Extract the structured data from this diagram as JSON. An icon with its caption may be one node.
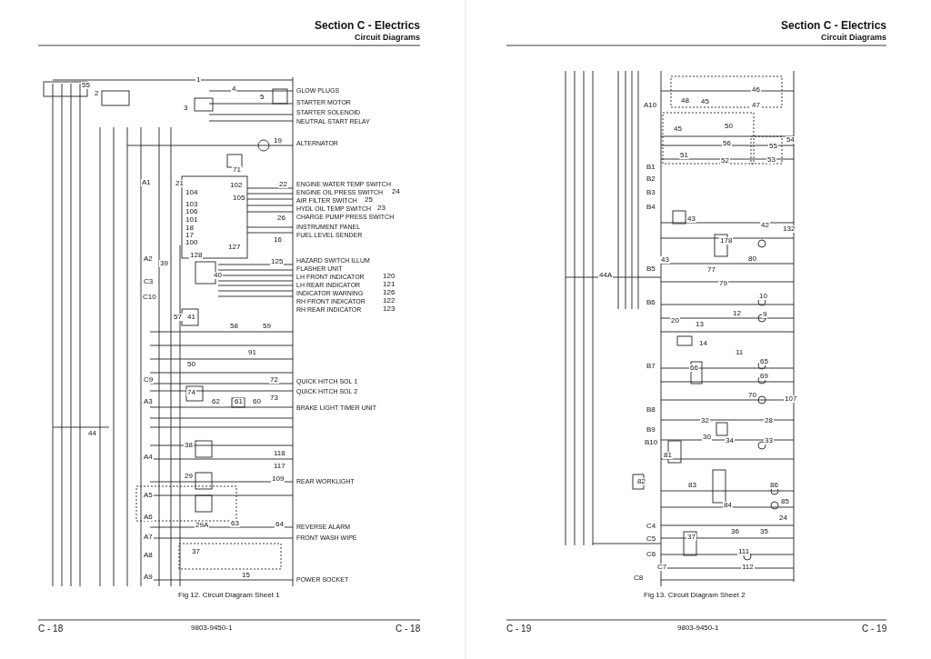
{
  "diagram": {
    "labels": [
      "Section C - Electrics",
      "Circuit Diagrams",
      "55",
      "2",
      "1",
      "4",
      "5",
      "3",
      "19",
      "71",
      "A1",
      "21",
      "102",
      "104",
      "105",
      "103",
      "106",
      "101",
      "18",
      "17",
      "100",
      "127",
      "128",
      "22",
      "26",
      "16",
      "A2",
      "39",
      "40",
      "125",
      "C3",
      "C10",
      "57",
      "41",
      "58",
      "59",
      "91",
      "50",
      "C9",
      "74",
      "72",
      "73",
      "A3",
      "62",
      "61",
      "60",
      "44",
      "38",
      "118",
      "117",
      "A4",
      "29",
      "109",
      "A5",
      "A6",
      "29A",
      "63",
      "64",
      "A7",
      "37",
      "A8",
      "A9",
      "15",
      "GLOW PLUGS",
      "STARTER MOTOR",
      "STARTER SOLENOID",
      "NEUTRAL START RELAY",
      "ALTERNATOR",
      "ENGINE WATER TEMP SWITCH",
      "ENGINE OIL PRESS SWITCH",
      "24",
      "AIR FILTER SWITCH",
      "25",
      "HYDL OIL TEMP SWITCH",
      "23",
      "CHARGE PUMP PRESS SWITCH",
      "INSTRUMENT PANEL",
      "FUEL LEVEL SENDER",
      "HAZARD SWITCH ILLUM",
      "FLASHER UNIT",
      "LH FRONT INDICATOR",
      "120",
      "LH REAR INDICATOR",
      "121",
      "INDICATOR WARNING",
      "126",
      "RH FRONT INDICATOR",
      "122",
      "RH REAR INDICATOR",
      "123",
      "QUICK HITCH SOL 1",
      "QUICK HITCH SOL 2",
      "BRAKE LIGHT TIMER UNIT",
      "REAR WORKLIGHT",
      "REVERSE ALARM",
      "FRONT WASH WIPE",
      "POWER SOCKET",
      "Fig 12. Circuit Diagram Sheet 1",
      "C - 18",
      "9803-9450-1",
      "C - 18",
      "Section C - Electrics",
      "Circuit Diagrams",
      "A10",
      "48",
      "46",
      "45",
      "47",
      "45",
      "50",
      "56",
      "51",
      "52",
      "54",
      "55",
      "53",
      "B1",
      "B2",
      "B3",
      "B4",
      "43",
      "42",
      "132",
      "178",
      "43",
      "80",
      "44A",
      "B5",
      "77",
      "79",
      "B6",
      "10",
      "12",
      "13",
      "9",
      "20",
      "14",
      "11",
      "B7",
      "66",
      "65",
      "69",
      "70",
      "107",
      "B8",
      "28",
      "B9",
      "32",
      "30",
      "34",
      "33",
      "B10",
      "81",
      "82",
      "83",
      "84",
      "86",
      "85",
      "C4",
      "24",
      "36",
      "35",
      "C5",
      "37",
      "111",
      "C6",
      "C7",
      "112",
      "C8",
      "Fig 13. Circuit Diagram Sheet 2",
      "C - 19",
      "9803-9450-1",
      "C - 19"
    ]
  }
}
